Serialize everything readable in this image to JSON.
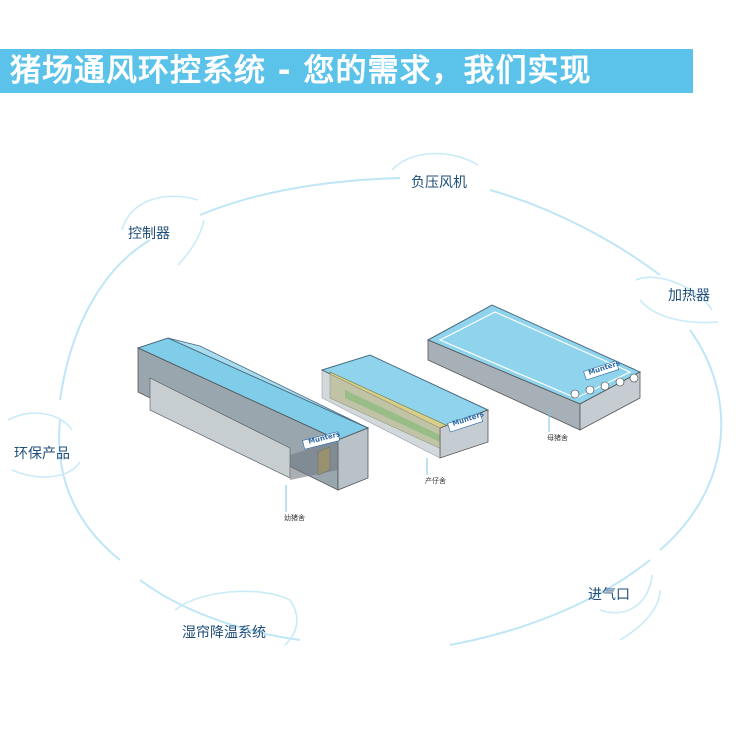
{
  "header": {
    "title": "猪场通风环控系统 - 您的需求，我们实现"
  },
  "features": {
    "fan": "负压风机",
    "controller": "控制器",
    "heater": "加热器",
    "eco": "环保产品",
    "inlet": "进气口",
    "cooling": "湿帘降温系统"
  },
  "buildings": {
    "nursery": "幼猪舍",
    "farrowing": "产仔舍",
    "sow": "母猪舍",
    "brand": "Munters"
  },
  "colors": {
    "accent": "#5bc2ea",
    "glass": "#6fc4e4",
    "wall": "#8e9aa3"
  }
}
